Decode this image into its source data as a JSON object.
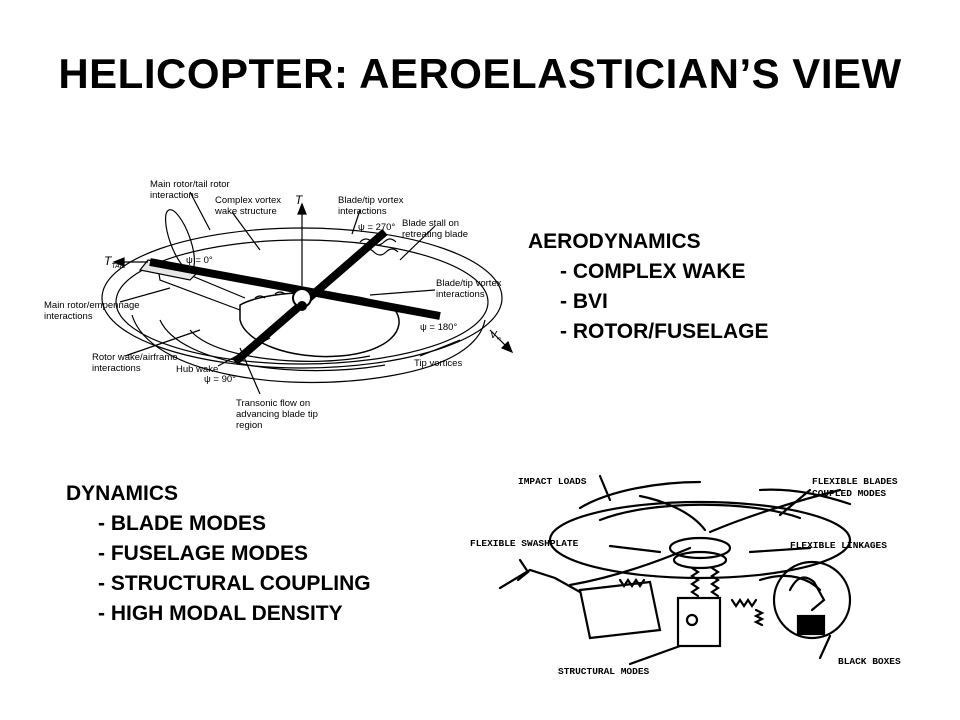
{
  "title": "HELICOPTER: AEROELASTICIAN’S VIEW",
  "aerodynamics": {
    "heading": "AERODYNAMICS",
    "items": [
      "- COMPLEX WAKE",
      "- BVI",
      "- ROTOR/FUSELAGE"
    ]
  },
  "dynamics": {
    "heading": "DYNAMICS",
    "items": [
      "- BLADE MODES",
      "- FUSELAGE MODES",
      "- STRUCTURAL COUPLING",
      "- HIGH MODAL DENSITY"
    ]
  },
  "aero_figure": {
    "labels": {
      "main_rotor_tail": [
        "Main rotor/tail rotor",
        "interactions"
      ],
      "complex_vortex": [
        "Complex vortex",
        "wake structure"
      ],
      "thrust": "T",
      "blade_tip_top": [
        "Blade/tip vortex",
        "interactions"
      ],
      "psi_270": "ψ = 270°",
      "blade_stall": [
        "Blade stall on",
        "retreating blade"
      ],
      "t_tail": "T",
      "t_tail_sub": "TAIL",
      "psi_0": "ψ = 0°",
      "blade_tip_right": [
        "Blade/tip vortex",
        "interactions"
      ],
      "main_rotor_empennage": [
        "Main rotor/empennage",
        "interactions"
      ],
      "psi_180": "ψ = 180°",
      "v_inf": "V",
      "v_inf_sub": "∞",
      "rotor_wake_airframe": [
        "Rotor wake/airframe",
        "interactions"
      ],
      "hub_wake": "Hub wake",
      "psi_90": "ψ = 90°",
      "tip_vortices": "Tip vortices",
      "transonic_flow": [
        "Transonic flow on",
        "advancing blade tip",
        "region"
      ]
    }
  },
  "dyn_figure": {
    "labels": {
      "impact_loads": "IMPACT LOADS",
      "flexible_blades": [
        "FLEXIBLE BLADES",
        "COUPLED MODES"
      ],
      "flexible_swashplate": "FLEXIBLE SWASHPLATE",
      "flexible_linkages": "FLEXIBLE LINKAGES",
      "structural_modes": "STRUCTURAL MODES",
      "black_boxes": "BLACK BOXES"
    }
  }
}
